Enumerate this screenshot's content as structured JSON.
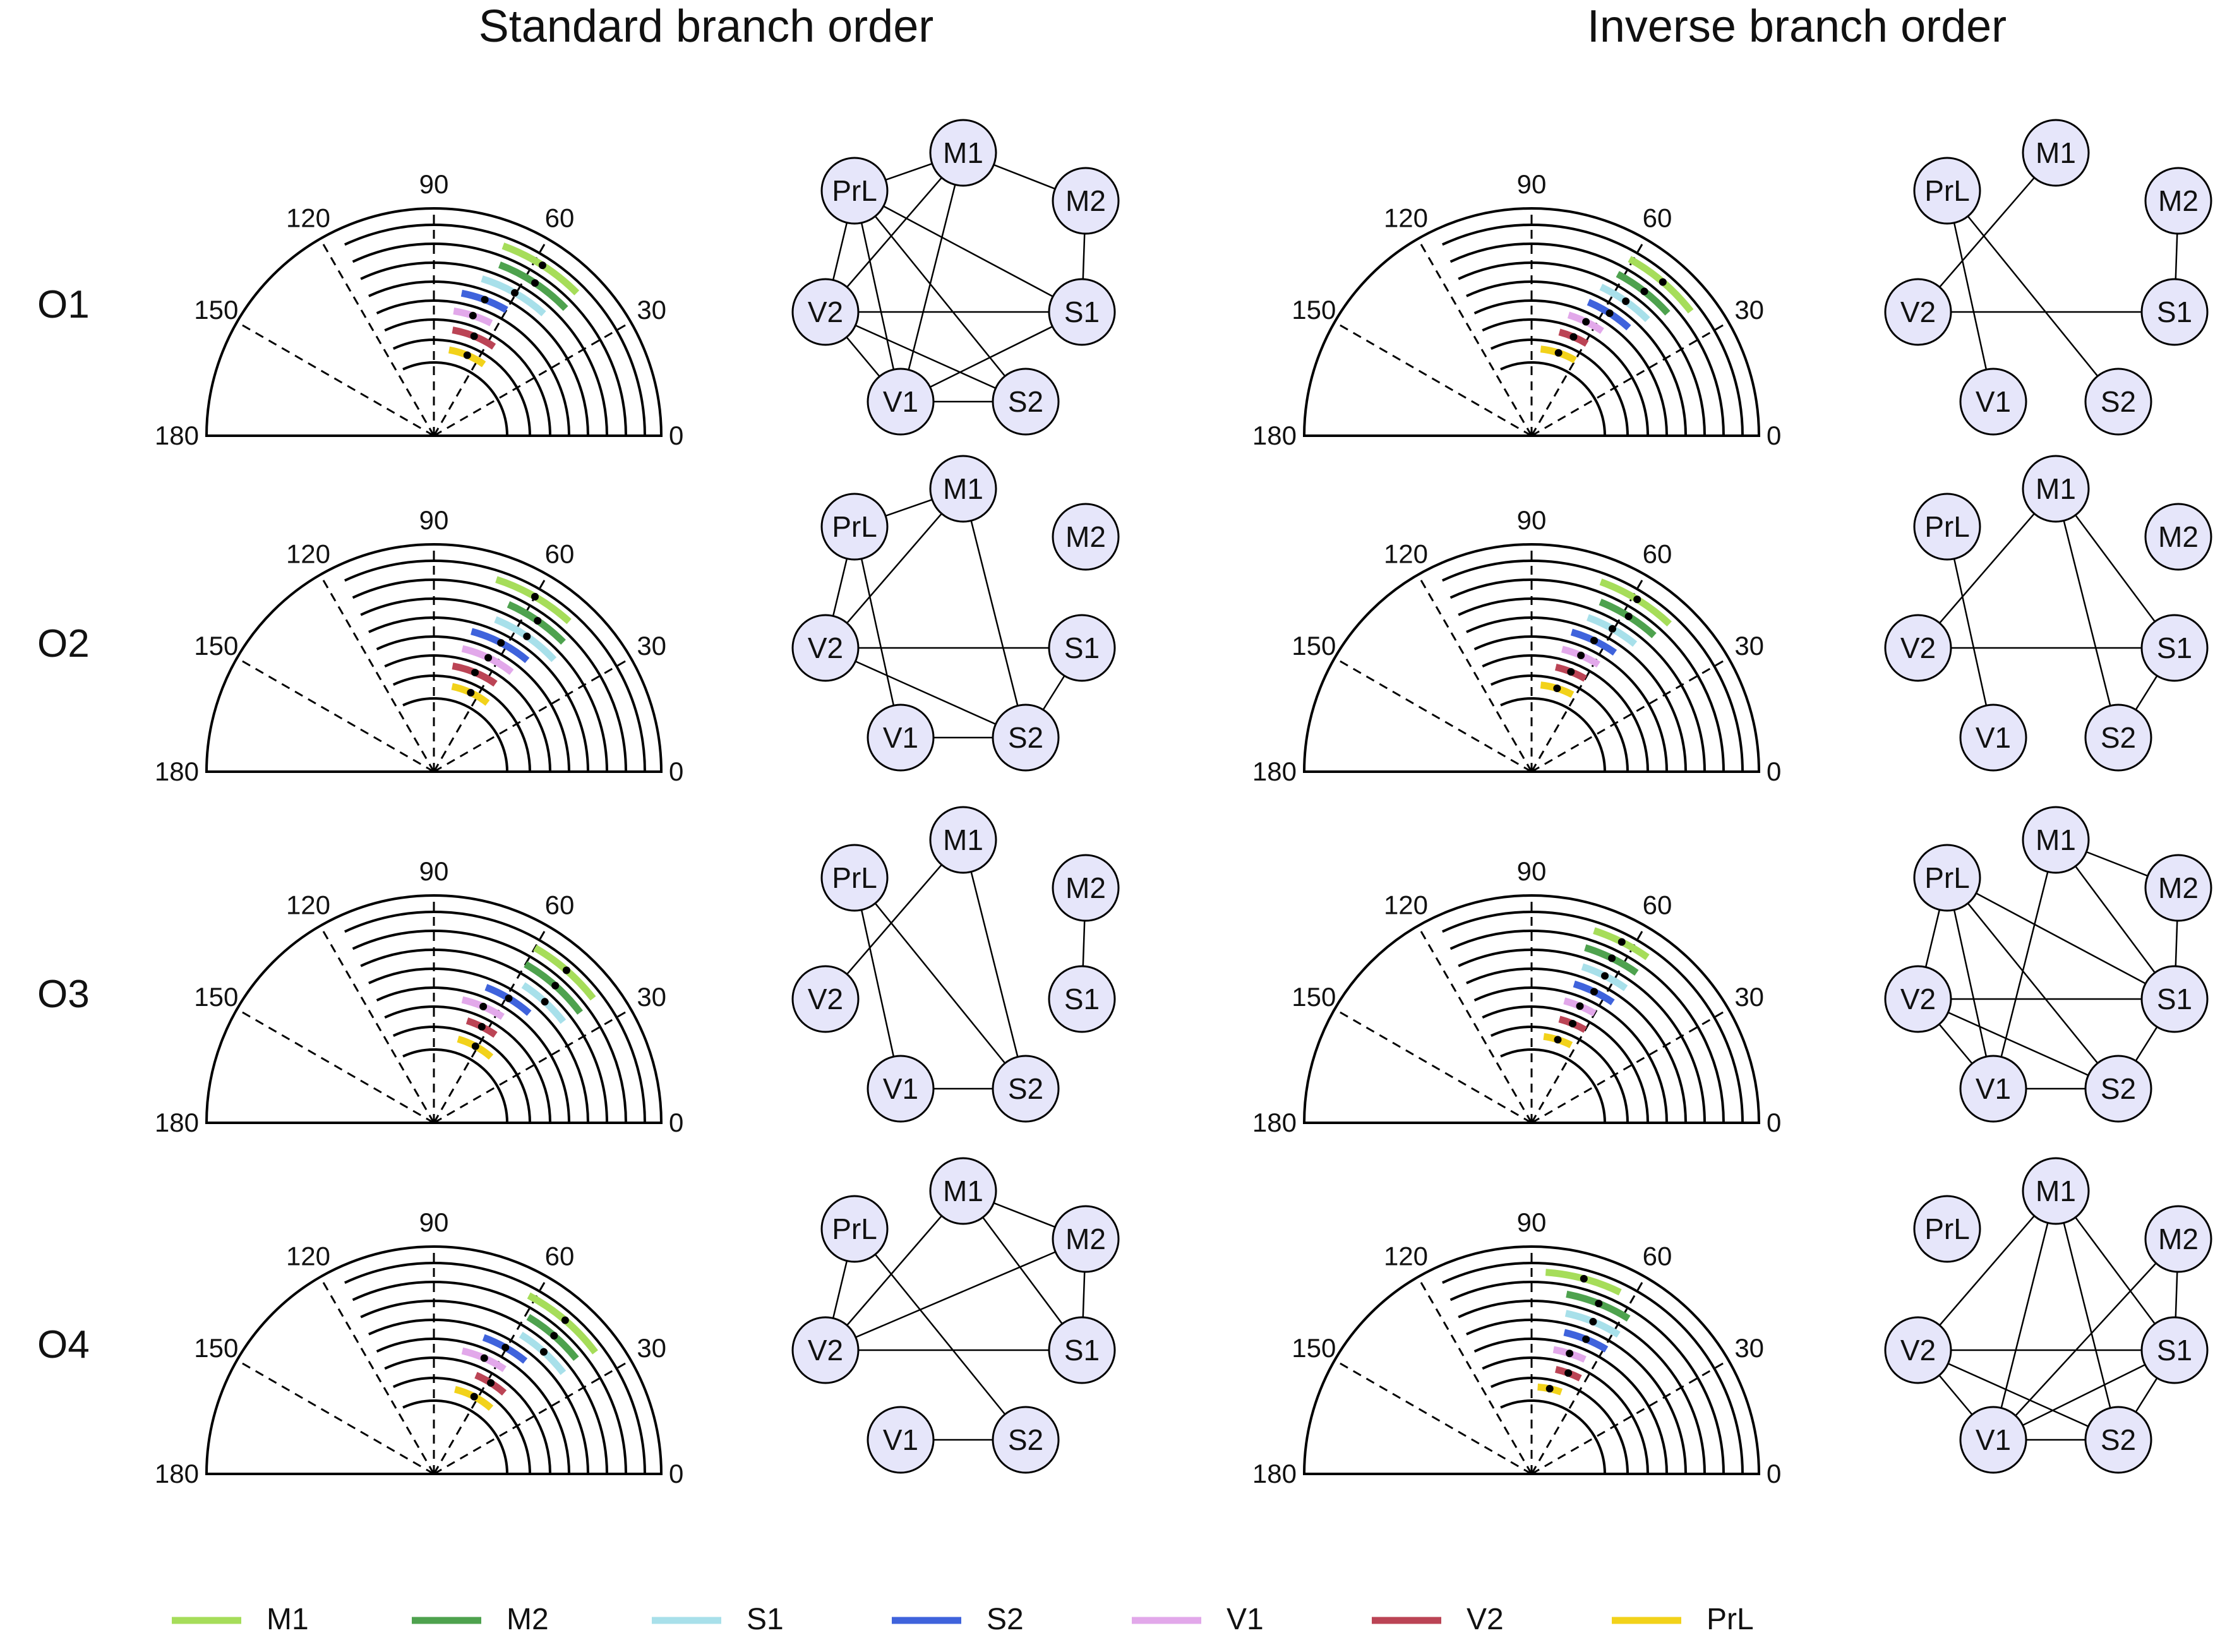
{
  "panels": [
    {
      "title": "Standard branch order"
    },
    {
      "title": "Inverse branch order"
    }
  ],
  "rows": [
    "O1",
    "O2",
    "O3",
    "O4"
  ],
  "angle_ticks": [
    "180",
    "150",
    "120",
    "90",
    "60",
    "30",
    "0"
  ],
  "dashed_angles": [
    150,
    120,
    90,
    60,
    30
  ],
  "regions": [
    "M1",
    "M2",
    "S1",
    "S2",
    "V1",
    "V2",
    "PrL"
  ],
  "region_colors": {
    "M1": "#a6dd5a",
    "M2": "#4ea24e",
    "S1": "#a8e0ea",
    "S2": "#3f63dc",
    "V1": "#e2a8ea",
    "V2": "#bb4455",
    "PrL": "#f2d21a"
  },
  "node_fill": "#e6e6fa",
  "legend": [
    {
      "label": "M1",
      "color": "#a6dd5a"
    },
    {
      "label": "M2",
      "color": "#4ea24e"
    },
    {
      "label": "S1",
      "color": "#a8e0ea"
    },
    {
      "label": "S2",
      "color": "#3f63dc"
    },
    {
      "label": "V1",
      "color": "#e2a8ea"
    },
    {
      "label": "V2",
      "color": "#bb4455"
    },
    {
      "label": "PrL",
      "color": "#f2d21a"
    }
  ],
  "chart_data": [
    {
      "type": "polar-half-arcs",
      "panel": "Standard branch order",
      "note_units": "degrees",
      "theta_range": [
        0,
        180
      ],
      "rows": [
        {
          "row": "O1",
          "arcs": {
            "M1": [
              45,
              70
            ],
            "M2": [
              44,
              69
            ],
            "S1": [
              48,
              73
            ],
            "S2": [
              60,
              79
            ],
            "V1": [
              63,
              81
            ],
            "V2": [
              56,
              80
            ],
            "PrL": [
              55,
              80
            ]
          }
        },
        {
          "row": "O2",
          "arcs": {
            "M1": [
              48,
              72
            ],
            "M2": [
              45,
              66
            ],
            "S1": [
              43,
              68
            ],
            "S2": [
              50,
              75
            ],
            "V1": [
              52,
              77
            ],
            "V2": [
              55,
              80
            ],
            "PrL": [
              52,
              78
            ]
          }
        },
        {
          "row": "O3",
          "arcs": {
            "M1": [
              38,
              60
            ],
            "M2": [
              37,
              60
            ],
            "S1": [
              38,
              57
            ],
            "S2": [
              49,
              69
            ],
            "V1": [
              57,
              77
            ],
            "V2": [
              55,
              72
            ],
            "PrL": [
              49,
              74
            ]
          }
        },
        {
          "row": "O4",
          "arcs": {
            "M1": [
              37,
              62
            ],
            "M2": [
              39,
              59
            ],
            "S1": [
              38,
              58
            ],
            "S2": [
              51,
              70
            ],
            "V1": [
              56,
              77
            ],
            "V2": [
              49,
              67
            ],
            "PrL": [
              49,
              76
            ]
          }
        }
      ]
    },
    {
      "type": "network",
      "panel": "Standard branch order",
      "nodes": [
        "M1",
        "M2",
        "S1",
        "S2",
        "V1",
        "V2",
        "PrL"
      ],
      "rows": [
        {
          "row": "O1",
          "edges": [
            [
              "M1",
              "M2"
            ],
            [
              "M1",
              "PrL"
            ],
            [
              "M1",
              "V2"
            ],
            [
              "M1",
              "V1"
            ],
            [
              "M2",
              "S1"
            ],
            [
              "PrL",
              "V2"
            ],
            [
              "PrL",
              "V1"
            ],
            [
              "PrL",
              "S1"
            ],
            [
              "PrL",
              "S2"
            ],
            [
              "V2",
              "S1"
            ],
            [
              "V2",
              "V1"
            ],
            [
              "V2",
              "S2"
            ],
            [
              "V1",
              "S2"
            ],
            [
              "V1",
              "S1"
            ]
          ]
        },
        {
          "row": "O2",
          "edges": [
            [
              "M1",
              "PrL"
            ],
            [
              "M1",
              "V2"
            ],
            [
              "M1",
              "S2"
            ],
            [
              "PrL",
              "V2"
            ],
            [
              "V2",
              "S1"
            ],
            [
              "V2",
              "S2"
            ],
            [
              "V1",
              "S2"
            ],
            [
              "V1",
              "PrL"
            ],
            [
              "S1",
              "S2"
            ]
          ]
        },
        {
          "row": "O3",
          "edges": [
            [
              "M1",
              "V2"
            ],
            [
              "M1",
              "S2"
            ],
            [
              "PrL",
              "V1"
            ],
            [
              "PrL",
              "S2"
            ],
            [
              "M2",
              "S1"
            ],
            [
              "V1",
              "S2"
            ]
          ]
        },
        {
          "row": "O4",
          "edges": [
            [
              "M1",
              "M2"
            ],
            [
              "M1",
              "V2"
            ],
            [
              "M1",
              "S1"
            ],
            [
              "M2",
              "S1"
            ],
            [
              "PrL",
              "V2"
            ],
            [
              "PrL",
              "S2"
            ],
            [
              "V2",
              "M2"
            ],
            [
              "V2",
              "S1"
            ],
            [
              "V1",
              "S2"
            ]
          ]
        }
      ]
    },
    {
      "type": "polar-half-arcs",
      "panel": "Inverse branch order",
      "note_units": "degrees",
      "theta_range": [
        0,
        180
      ],
      "rows": [
        {
          "row": "O1",
          "arcs": {
            "M1": [
              38,
              61
            ],
            "M2": [
              42,
              62
            ],
            "S1": [
              45,
              65
            ],
            "S2": [
              48,
              67
            ],
            "V1": [
              56,
              73
            ],
            "V2": [
              59,
              75
            ],
            "PrL": [
              60,
              84
            ]
          }
        },
        {
          "row": "O2",
          "arcs": {
            "M1": [
              47,
              70
            ],
            "M2": [
              48,
              68
            ],
            "S1": [
              51,
              70
            ],
            "S2": [
              55,
              74
            ],
            "V1": [
              58,
              76
            ],
            "V2": [
              60,
              77
            ],
            "PrL": [
              62,
              84
            ]
          }
        },
        {
          "row": "O3",
          "arcs": {
            "M1": [
              55,
              72
            ],
            "M2": [
              55,
              73
            ],
            "S1": [
              55,
              72
            ],
            "S2": [
              56,
              73
            ],
            "V1": [
              60,
              75
            ],
            "V2": [
              60,
              75
            ],
            "PrL": [
              63,
              82
            ]
          }
        },
        {
          "row": "O4",
          "arcs": {
            "M1": [
              64,
              86
            ],
            "M2": [
              58,
              79
            ],
            "S1": [
              58,
              78
            ],
            "S2": [
              59,
              77
            ],
            "V1": [
              65,
              80
            ],
            "V2": [
              63,
              77
            ],
            "PrL": [
              70,
              86
            ]
          }
        }
      ]
    },
    {
      "type": "network",
      "panel": "Inverse branch order",
      "nodes": [
        "M1",
        "M2",
        "S1",
        "S2",
        "V1",
        "V2",
        "PrL"
      ],
      "rows": [
        {
          "row": "O1",
          "edges": [
            [
              "M1",
              "V2"
            ],
            [
              "M2",
              "S1"
            ],
            [
              "V2",
              "S1"
            ],
            [
              "PrL",
              "V1"
            ],
            [
              "PrL",
              "S2"
            ]
          ]
        },
        {
          "row": "O2",
          "edges": [
            [
              "M1",
              "V2"
            ],
            [
              "M1",
              "S1"
            ],
            [
              "M1",
              "S2"
            ],
            [
              "PrL",
              "V1"
            ],
            [
              "V2",
              "S1"
            ],
            [
              "S1",
              "S2"
            ]
          ]
        },
        {
          "row": "O3",
          "edges": [
            [
              "M1",
              "M2"
            ],
            [
              "M1",
              "V1"
            ],
            [
              "M1",
              "S1"
            ],
            [
              "M2",
              "S1"
            ],
            [
              "PrL",
              "V2"
            ],
            [
              "PrL",
              "V1"
            ],
            [
              "PrL",
              "S1"
            ],
            [
              "PrL",
              "S2"
            ],
            [
              "V2",
              "S1"
            ],
            [
              "V2",
              "V1"
            ],
            [
              "V2",
              "S2"
            ],
            [
              "V1",
              "S2"
            ],
            [
              "S1",
              "S2"
            ]
          ]
        },
        {
          "row": "O4",
          "edges": [
            [
              "M1",
              "V2"
            ],
            [
              "M1",
              "V1"
            ],
            [
              "M1",
              "S2"
            ],
            [
              "M1",
              "S1"
            ],
            [
              "M2",
              "S1"
            ],
            [
              "M2",
              "V1"
            ],
            [
              "V2",
              "S1"
            ],
            [
              "V2",
              "V1"
            ],
            [
              "V2",
              "S2"
            ],
            [
              "V1",
              "S2"
            ],
            [
              "V1",
              "S1"
            ],
            [
              "S1",
              "S2"
            ]
          ]
        }
      ]
    }
  ]
}
